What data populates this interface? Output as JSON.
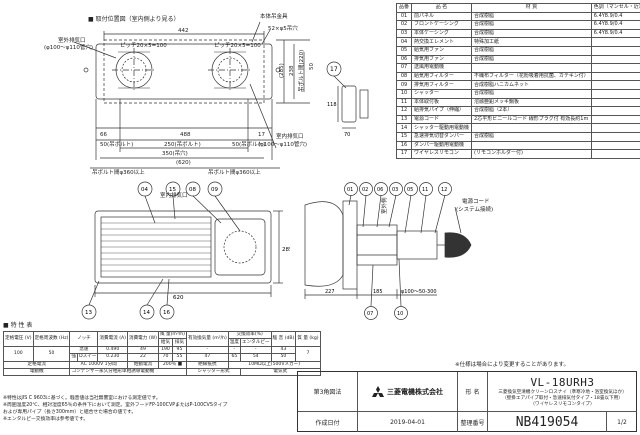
{
  "top_view": {
    "heading": "■ 取付位置図（室内側より見る）",
    "labels": {
      "body_hanger": "本体吊金具",
      "hanger_holes": "52×φ5吊穴",
      "outdoor_duct": "室外排気口",
      "outdoor_duct_dia": "(φ100～φ110管穴)",
      "indoor_duct": "室内排気口",
      "indoor_duct_dia": "(φ100～φ110管穴)",
      "dim_442": "442",
      "pitch_left": "ピッチ20×5=100",
      "pitch_right": "ピッチ20×5=100",
      "dim_66": "66",
      "dim_488": "488",
      "dim_17": "17",
      "dim_250": "250(吊ボルト)",
      "dim_350": "350(吊穴)",
      "dim_620": "(620)",
      "dim_50a": "50(吊ボルト)",
      "dim_50b": "50(吊ボルト)",
      "dim_phi360_left": "吊ボルト間φ360以上",
      "dim_phi360_right": "吊ボルト間φ360以上",
      "dim_285": "(285)",
      "dim_238": "238",
      "dim_hanger_r": "吊ボルト間(220)",
      "dim_50c": "50"
    }
  },
  "detail17": {
    "label": "17",
    "dim_118": "118",
    "dim_70": "70"
  },
  "front_view": {
    "labels": {
      "indoor_duct": "室内排気口",
      "dim_620": "620",
      "dim_285": "285"
    },
    "bubbles": [
      "04",
      "15",
      "08",
      "09",
      "13",
      "14",
      "16",
      "01",
      "02",
      "06",
      "03",
      "05",
      "11",
      "12",
      "07",
      "10"
    ]
  },
  "side_view": {
    "labels": {
      "power_cord": "電源コード",
      "system_cable": "(システム接続)",
      "dim_227": "227",
      "dim_185": "185",
      "dim_phi": "φ100～50-300",
      "outer_side": "室外側"
    }
  },
  "parts_table": {
    "headers": [
      "品番",
      "品 名",
      "材 質",
      "色調（マンセル・近）"
    ],
    "rows": [
      [
        "01",
        "前パネル",
        "合成樹脂",
        "6.4Y8.9/0.4"
      ],
      [
        "02",
        "フロントケーシング",
        "合成樹脂",
        "6.4Y8.9/0.4"
      ],
      [
        "03",
        "本体ケーシング",
        "合成樹脂",
        "6.4Y8.9/0.4"
      ],
      [
        "04",
        "熱交換エレメント",
        "特殊加工紙",
        ""
      ],
      [
        "05",
        "給気用ファン",
        "合成樹脂",
        ""
      ],
      [
        "06",
        "排気用ファン",
        "合成樹脂",
        ""
      ],
      [
        "07",
        "送風用電動機",
        "",
        ""
      ],
      [
        "08",
        "給気用フィルター",
        "不織布フィルター（花粉吸着用抗菌、カテキン付）",
        ""
      ],
      [
        "09",
        "排気用フィルター",
        "合成樹脂ハニカムネット",
        ""
      ],
      [
        "10",
        "シャッター",
        "合成樹脂",
        ""
      ],
      [
        "11",
        "本体取付板",
        "溶融亜鉛メッキ鋼板",
        ""
      ],
      [
        "12",
        "給排気パイプ（伸縮）",
        "合成樹脂（2本）",
        ""
      ],
      [
        "13",
        "電源コード",
        "2芯平形ビニールコード 線形プラグ付 有効長約1m",
        ""
      ],
      [
        "14",
        "シャッター駆動用電動機",
        "",
        ""
      ],
      [
        "15",
        "急速排気切替ダンパー",
        "合成樹脂",
        ""
      ],
      [
        "16",
        "ダンパー駆動用電動機",
        "",
        ""
      ],
      [
        "17",
        "ワイヤレスリモコン",
        "(リモコンホルダー付)",
        ""
      ]
    ]
  },
  "spec": {
    "heading": "■ 特 性 表",
    "header1": [
      "定格電圧 (V)",
      "定格周波数 (Hz)",
      "ノッチ",
      "",
      "消費電流 (A)",
      "消費電力 (W)",
      "風 量(m³/h)",
      "",
      "有効換気量 (m³/h)",
      "交換効率(%)",
      "",
      "騒 音 (dB)",
      "質 量 (kg)"
    ],
    "header2": [
      "給気",
      "排気",
      "温度",
      "エンタルピー",
      "暖房",
      "冷房"
    ],
    "rows": [
      [
        "100",
        "50",
        "急速",
        "",
        "0.490",
        "49",
        "190",
        "95",
        "-",
        "-",
        "-",
        "43",
        "7"
      ],
      [
        "",
        "",
        "強",
        "Dスイー",
        "0.230",
        "22",
        "70",
        "55",
        "47",
        "65",
        "54",
        "50",
        "29"
      ]
    ],
    "rated_line": [
      "定格電流",
      "AC 1000V 1分間",
      "始動電流",
      "200％ ■",
      "絶縁抵抗",
      "10MΩ以上(500Vメガー)"
    ],
    "cap_line": [
      "電動機",
      "コンデンサー永久分相形単相誘導電動機",
      "",
      "シャッター形式",
      "電気式"
    ],
    "notes": [
      "※特性はJIS C 9603に基づく。騒音値は当社無響室における測定値です。",
      "※周囲温度20℃、相対湿度65％の条件下において測定。室外フードFP-100CVPまたはP-100CVSタイプ",
      "  および専用パイプ（長さ300mm）と組合せた場合の値です。",
      "※エンタルピー交換効率は参考値です。"
    ]
  },
  "title_block": {
    "note": "※仕様は場合により変更することがあります。",
    "angle_label": "第3角図法",
    "company": "三菱電機株式会社",
    "model_label": "形 名",
    "model": "VL-18URH3",
    "desc1": "三菱換気空清機クリーンロスナイ（準寒冷地・浴室換気ほか）",
    "desc2": "（壁掛エアパイプ取付・急速排気付タイプ・18畳以下用）",
    "desc3": "（ワイヤレスリモコンタイプ）",
    "date_label": "作成日付",
    "date": "2019-04-01",
    "doc_label": "整理番号",
    "doc_no": "NB419054",
    "page": "1/2"
  }
}
